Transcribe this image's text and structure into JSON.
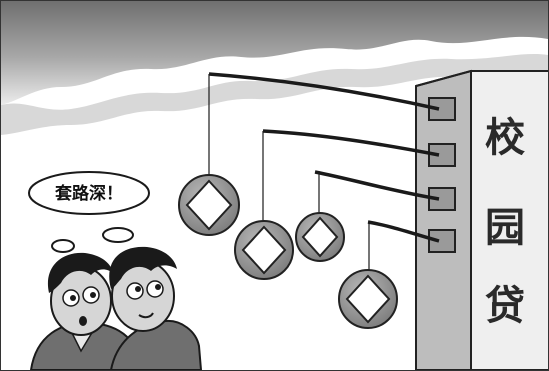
{
  "speech_bubble": {
    "text": "套路深！"
  },
  "building_sign": {
    "chars": [
      "校",
      "园",
      "贷"
    ]
  },
  "colors": {
    "sky_dark": "#7b7b7b",
    "sky_light": "#d9d9d9",
    "coin_fill": "#8e8e8e",
    "building": "#e6e6e6",
    "skin": "#d6d6d6",
    "hair": "#1a1a1a",
    "shirt": "#6f6f6f"
  },
  "icons": [
    "speech-bubble-icon",
    "coin-lure-icon",
    "building-icon",
    "person-icon"
  ]
}
